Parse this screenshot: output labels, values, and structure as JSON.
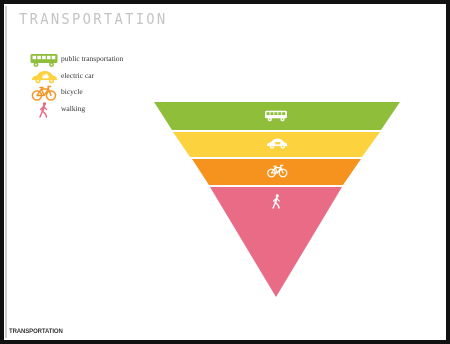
{
  "title": "TRANSPORTATION",
  "footer": "TRANSPORTATION",
  "colors": {
    "green": "#8fbf3a",
    "yellow": "#fcd33f",
    "orange": "#f6931e",
    "pink": "#ea6b86"
  },
  "legend": [
    {
      "label": "public transportation",
      "icon": "bus-icon",
      "color": "#8fbf3a"
    },
    {
      "label": "electric car",
      "icon": "car-icon",
      "color": "#fcd33f"
    },
    {
      "label": "bicycle",
      "icon": "bicycle-icon",
      "color": "#f6931e"
    },
    {
      "label": "walking",
      "icon": "walking-icon",
      "color": "#ea6b86"
    }
  ],
  "pyramid_levels": [
    {
      "label": "public transportation",
      "icon": "bus-icon",
      "color": "#8fbf3a"
    },
    {
      "label": "electric car",
      "icon": "car-icon",
      "color": "#fcd33f"
    },
    {
      "label": "bicycle",
      "icon": "bicycle-icon",
      "color": "#f6931e"
    },
    {
      "label": "walking",
      "icon": "walking-icon",
      "color": "#ea6b86"
    }
  ]
}
